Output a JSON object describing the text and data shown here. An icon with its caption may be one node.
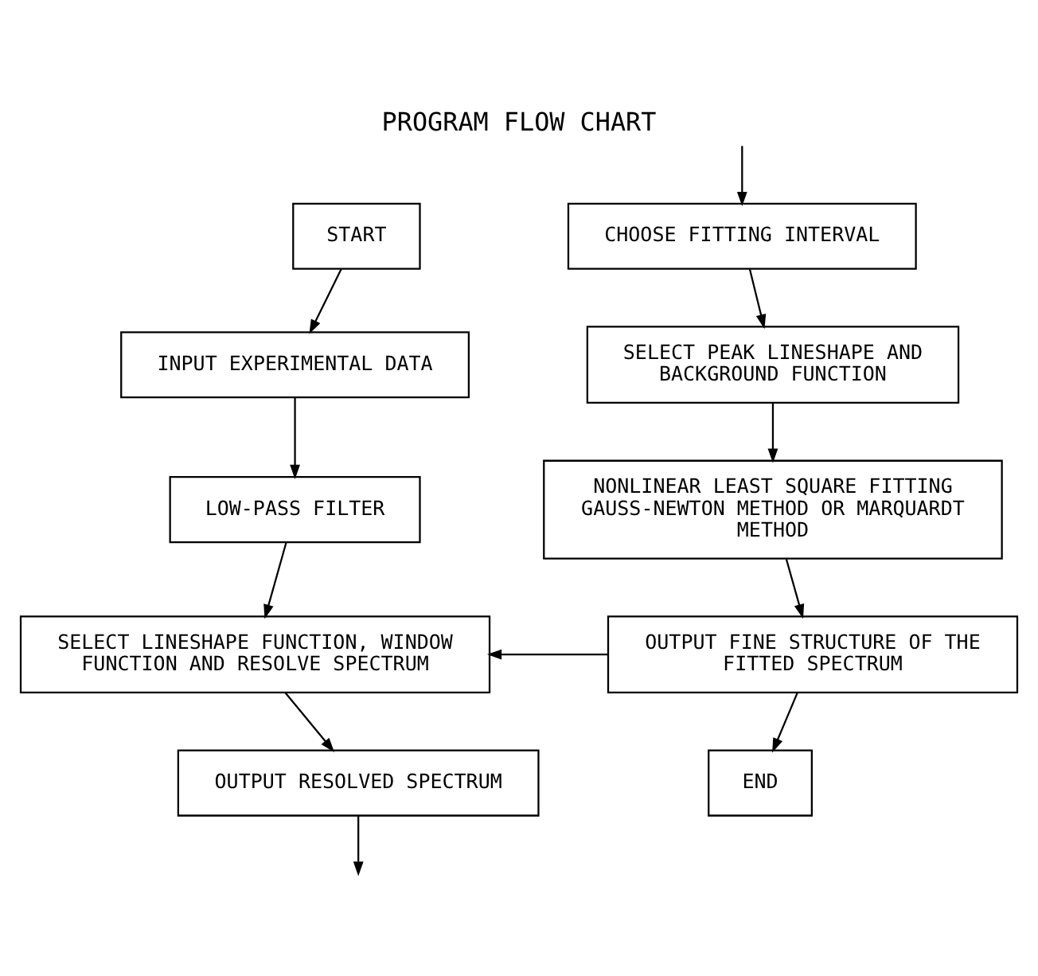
{
  "diagram": {
    "title": "PROGRAM FLOW CHART",
    "nodes": [
      {
        "text": [
          "START"
        ]
      },
      {
        "text": [
          "CHOOSE FITTING INTERVAL"
        ]
      },
      {
        "text": [
          "INPUT EXPERIMENTAL DATA"
        ]
      },
      {
        "text": [
          "SELECT PEAK LINESHAPE AND BACKGROUND FUNCTION"
        ]
      },
      {
        "text": [
          "LOW-PASS FILTER"
        ]
      },
      {
        "text": [
          "NONLINEAR LEAST SQUARE FITTING GAUSS-NEWTON METHOD OR MARQUARDT METHOD"
        ]
      },
      {
        "text": [
          "SELECT LINESHAPE FUNCTION, WINDOW FUNCTION AND RESOLVE SPECTRUM"
        ]
      },
      {
        "text": [
          "OUTPUT FINE STRUCTURE OF THE FITTED SPECTRUM"
        ]
      },
      {
        "text": [
          "OUTPUT RESOLVED SPECTRUM"
        ]
      },
      {
        "text": [
          "END"
        ]
      }
    ],
    "edges": [
      {
        "from": 0,
        "to": 2,
        "arrow": "to"
      },
      {
        "from": 2,
        "to": 4,
        "arrow": "to"
      },
      {
        "from": 4,
        "to": 6,
        "arrow": "to"
      },
      {
        "from": 6,
        "to": 8,
        "arrow": "to"
      },
      {
        "from": 8,
        "to": null,
        "arrow": "to"
      },
      {
        "from": null,
        "to": 1,
        "arrow": "to"
      },
      {
        "from": 1,
        "to": 3,
        "arrow": "to"
      },
      {
        "from": 3,
        "to": 5,
        "arrow": "to"
      },
      {
        "from": 5,
        "to": 7,
        "arrow": "to"
      },
      {
        "from": 7,
        "to": 9,
        "arrow": "to"
      },
      {
        "from": 7,
        "to": 6,
        "arrow": "to"
      }
    ]
  }
}
